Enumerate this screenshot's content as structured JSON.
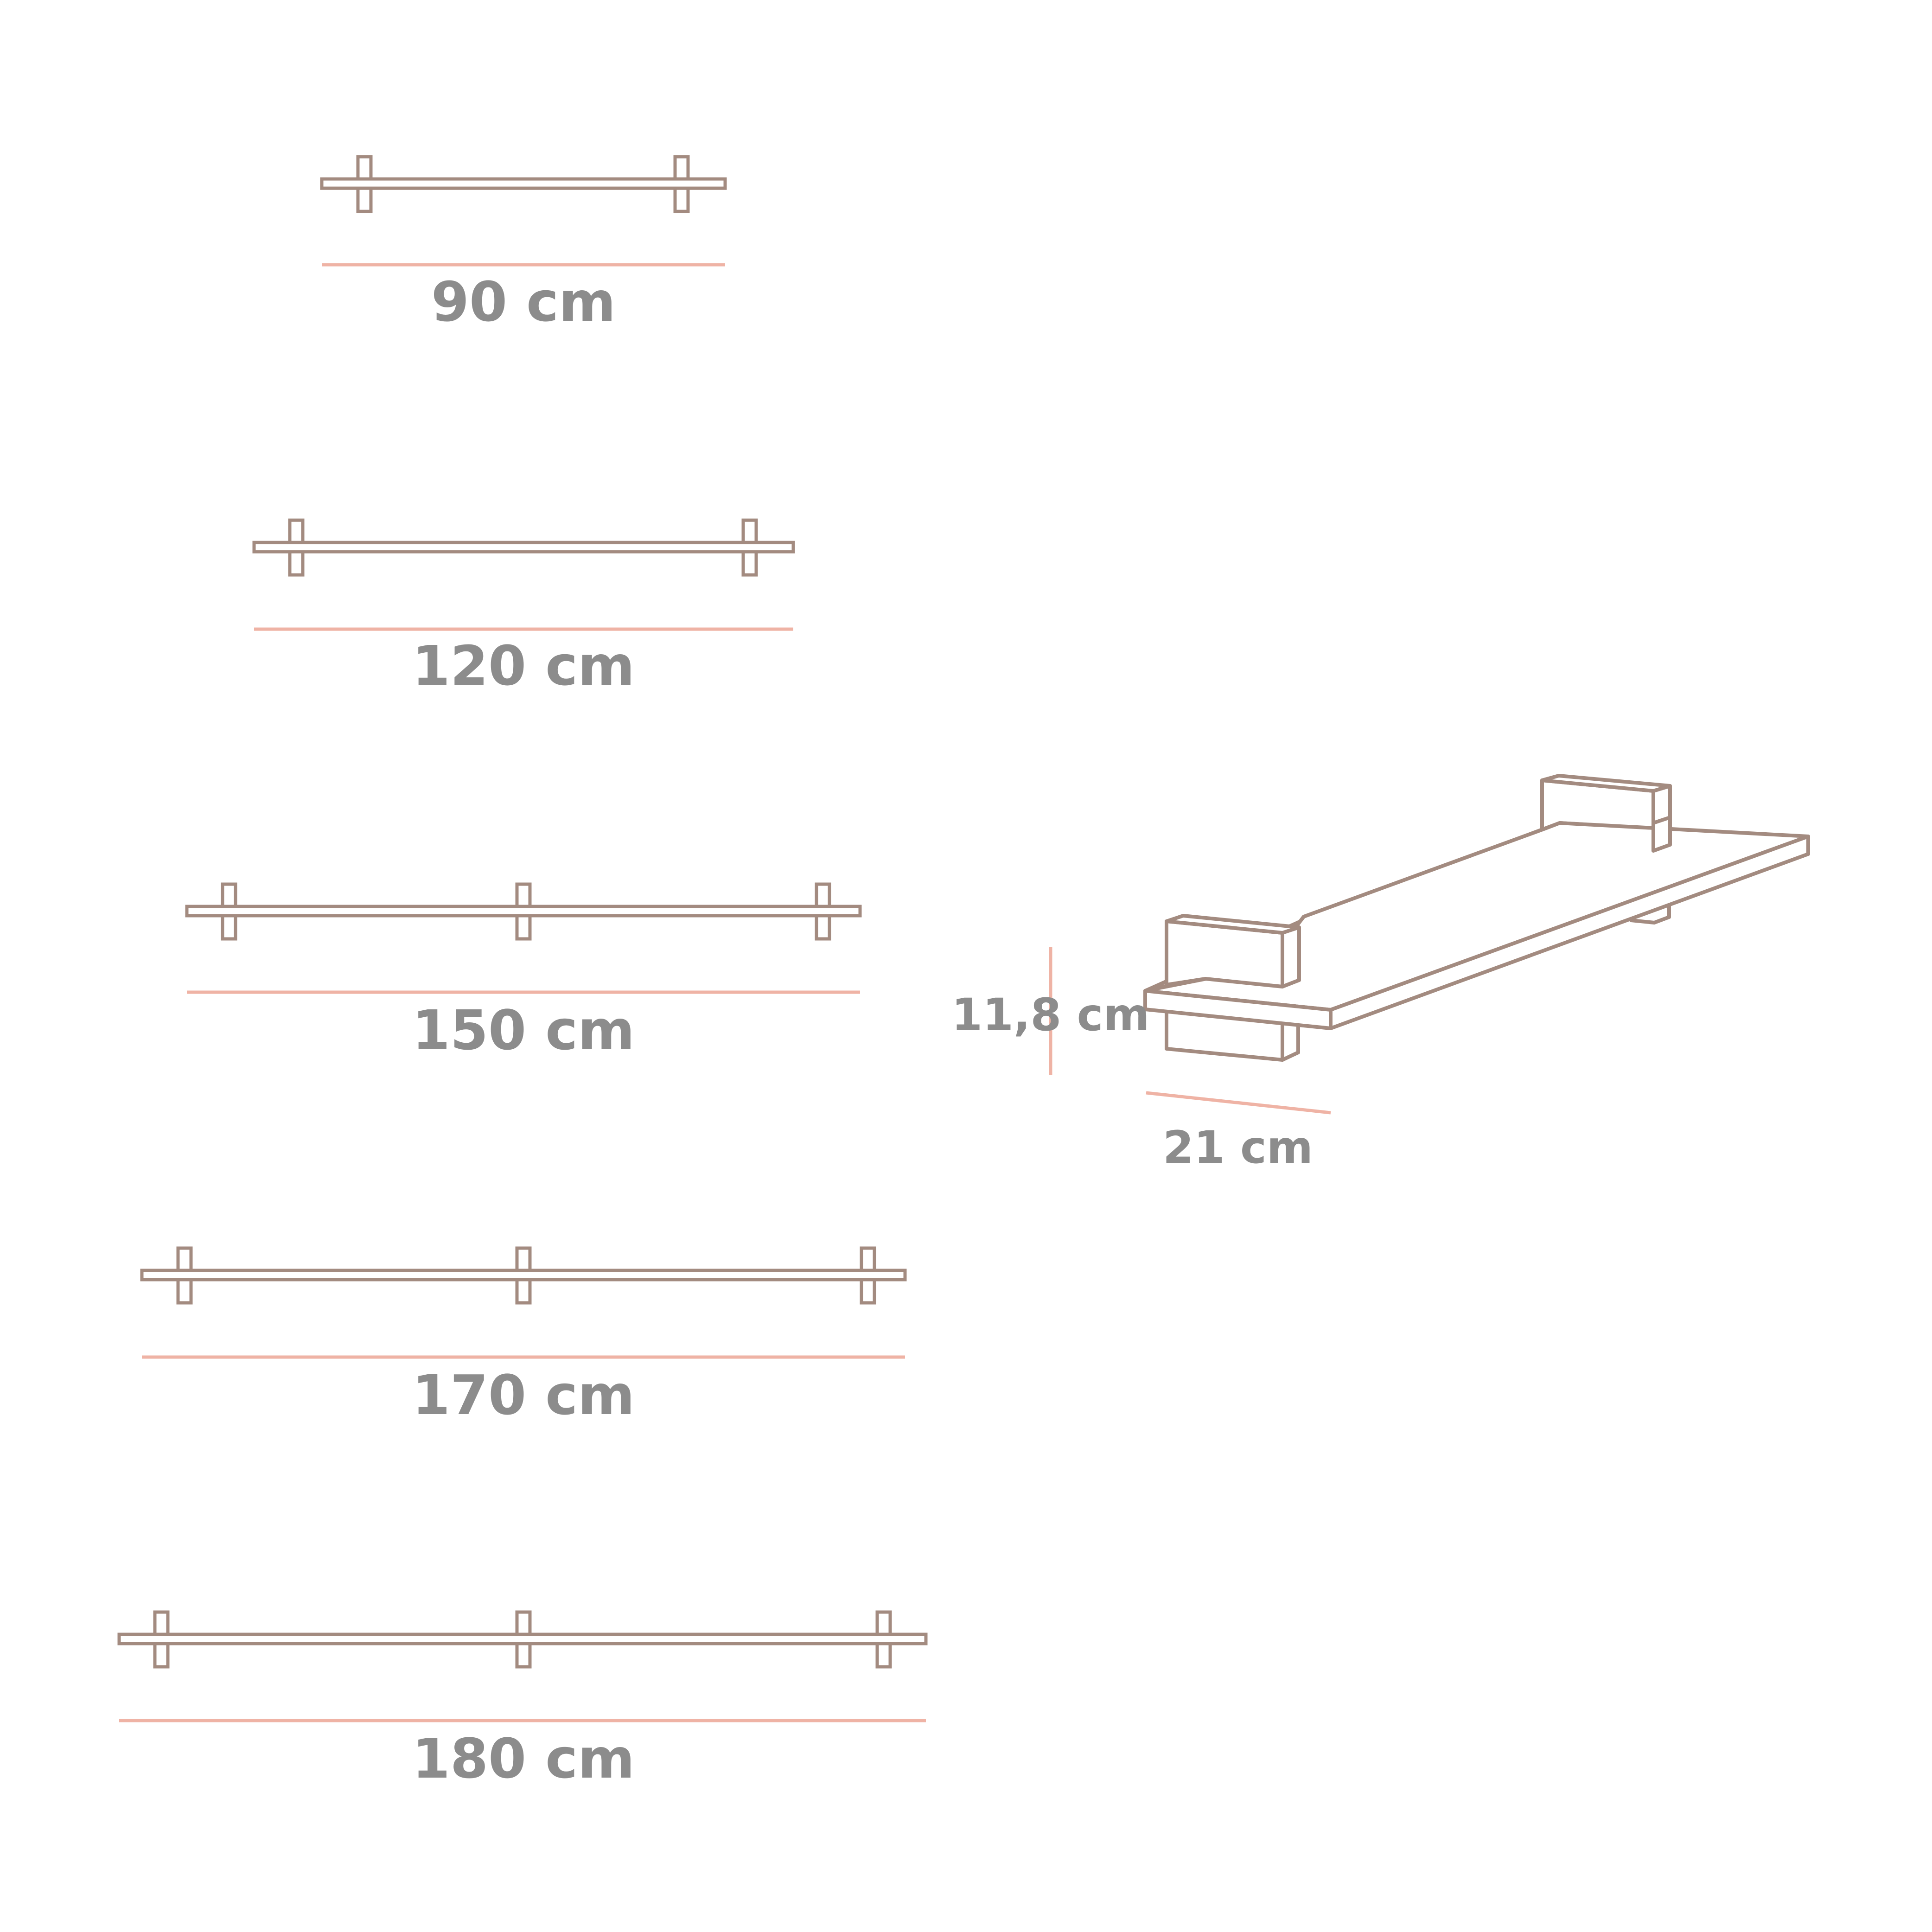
{
  "colors": {
    "outline": "#a38b80",
    "dimension": "#efb3a5",
    "text": "#8c8c8c",
    "fill": "#ffffff"
  },
  "shelves": [
    {
      "label": "90 cm",
      "brackets": 2
    },
    {
      "label": "120 cm",
      "brackets": 2
    },
    {
      "label": "150 cm",
      "brackets": 3
    },
    {
      "label": "170 cm",
      "brackets": 3
    },
    {
      "label": "180 cm",
      "brackets": 3
    }
  ],
  "detail": {
    "height_label": "11,8 cm",
    "depth_label": "21 cm"
  }
}
